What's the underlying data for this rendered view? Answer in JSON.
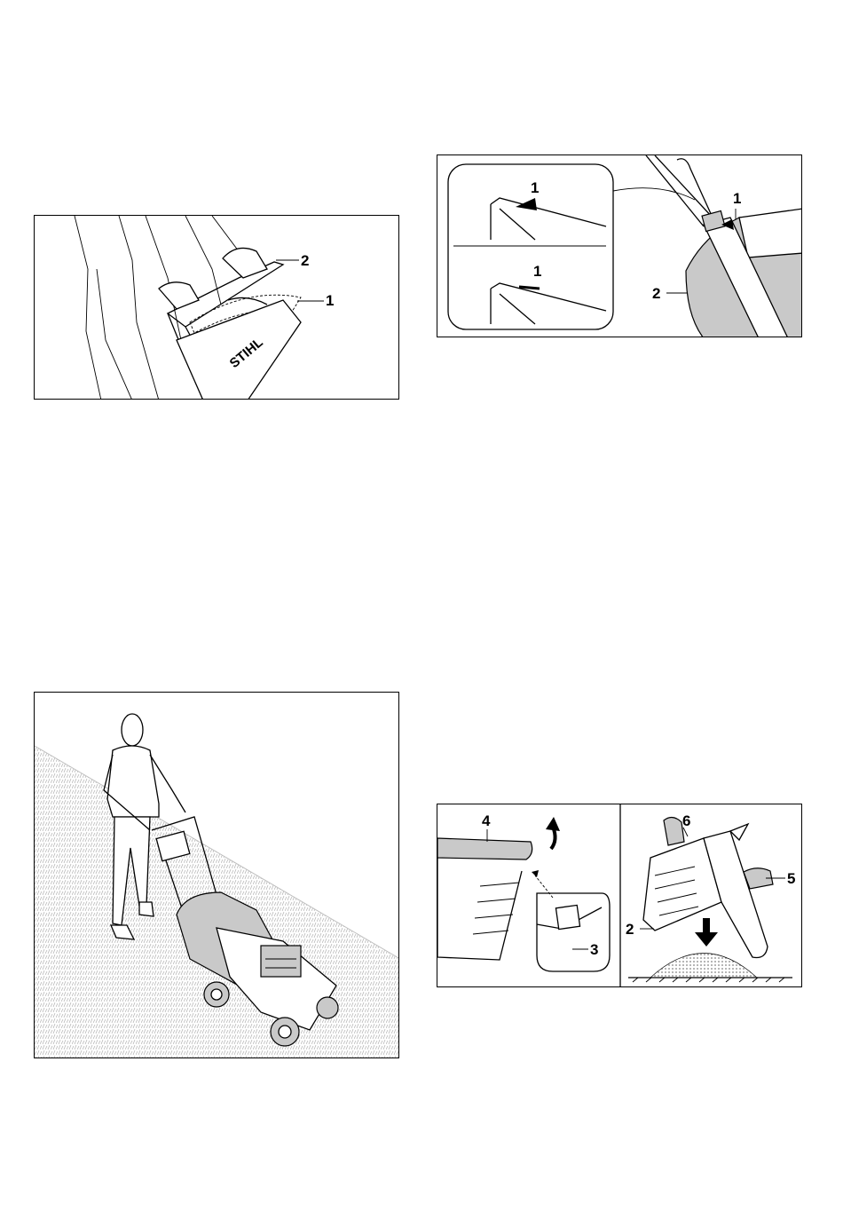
{
  "figures": [
    {
      "id": "handle-brake",
      "callouts": [
        "2",
        "1"
      ],
      "logo_text": "STIHL"
    },
    {
      "id": "catcher-fill-indicator",
      "callouts": [
        "1",
        "1",
        "1",
        "2"
      ]
    },
    {
      "id": "mowing-slope",
      "callouts": []
    },
    {
      "id": "emptying-catcher",
      "callouts": [
        "4",
        "3",
        "6",
        "5",
        "2"
      ]
    }
  ]
}
